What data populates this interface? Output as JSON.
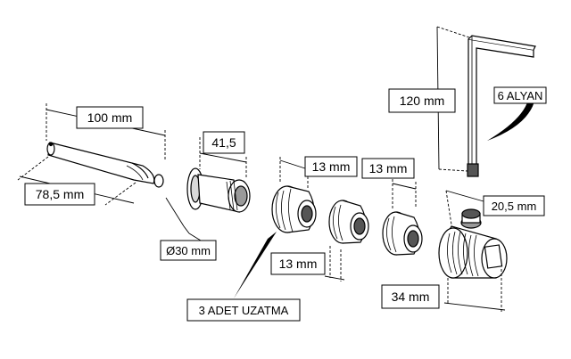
{
  "labels": {
    "dim_100": "100 mm",
    "dim_78_5": "78,5 mm",
    "dim_diameter": "Ø30 mm",
    "dim_41_5": "41,5",
    "dim_13_top_a": "13 mm",
    "dim_13_top_b": "13 mm",
    "dim_13_bottom": "13 mm",
    "dim_120": "120 mm",
    "dim_20_5": "20,5 mm",
    "dim_34": "34 mm",
    "extension_note": "3 ADET UZATMA",
    "hex_key": "6 ALYAN"
  },
  "colors": {
    "line": "#000000",
    "shade_dark": "#555555",
    "shade_mid": "#9a9a9a",
    "shade_light": "#d9d9d9",
    "fill": "#ffffff"
  }
}
